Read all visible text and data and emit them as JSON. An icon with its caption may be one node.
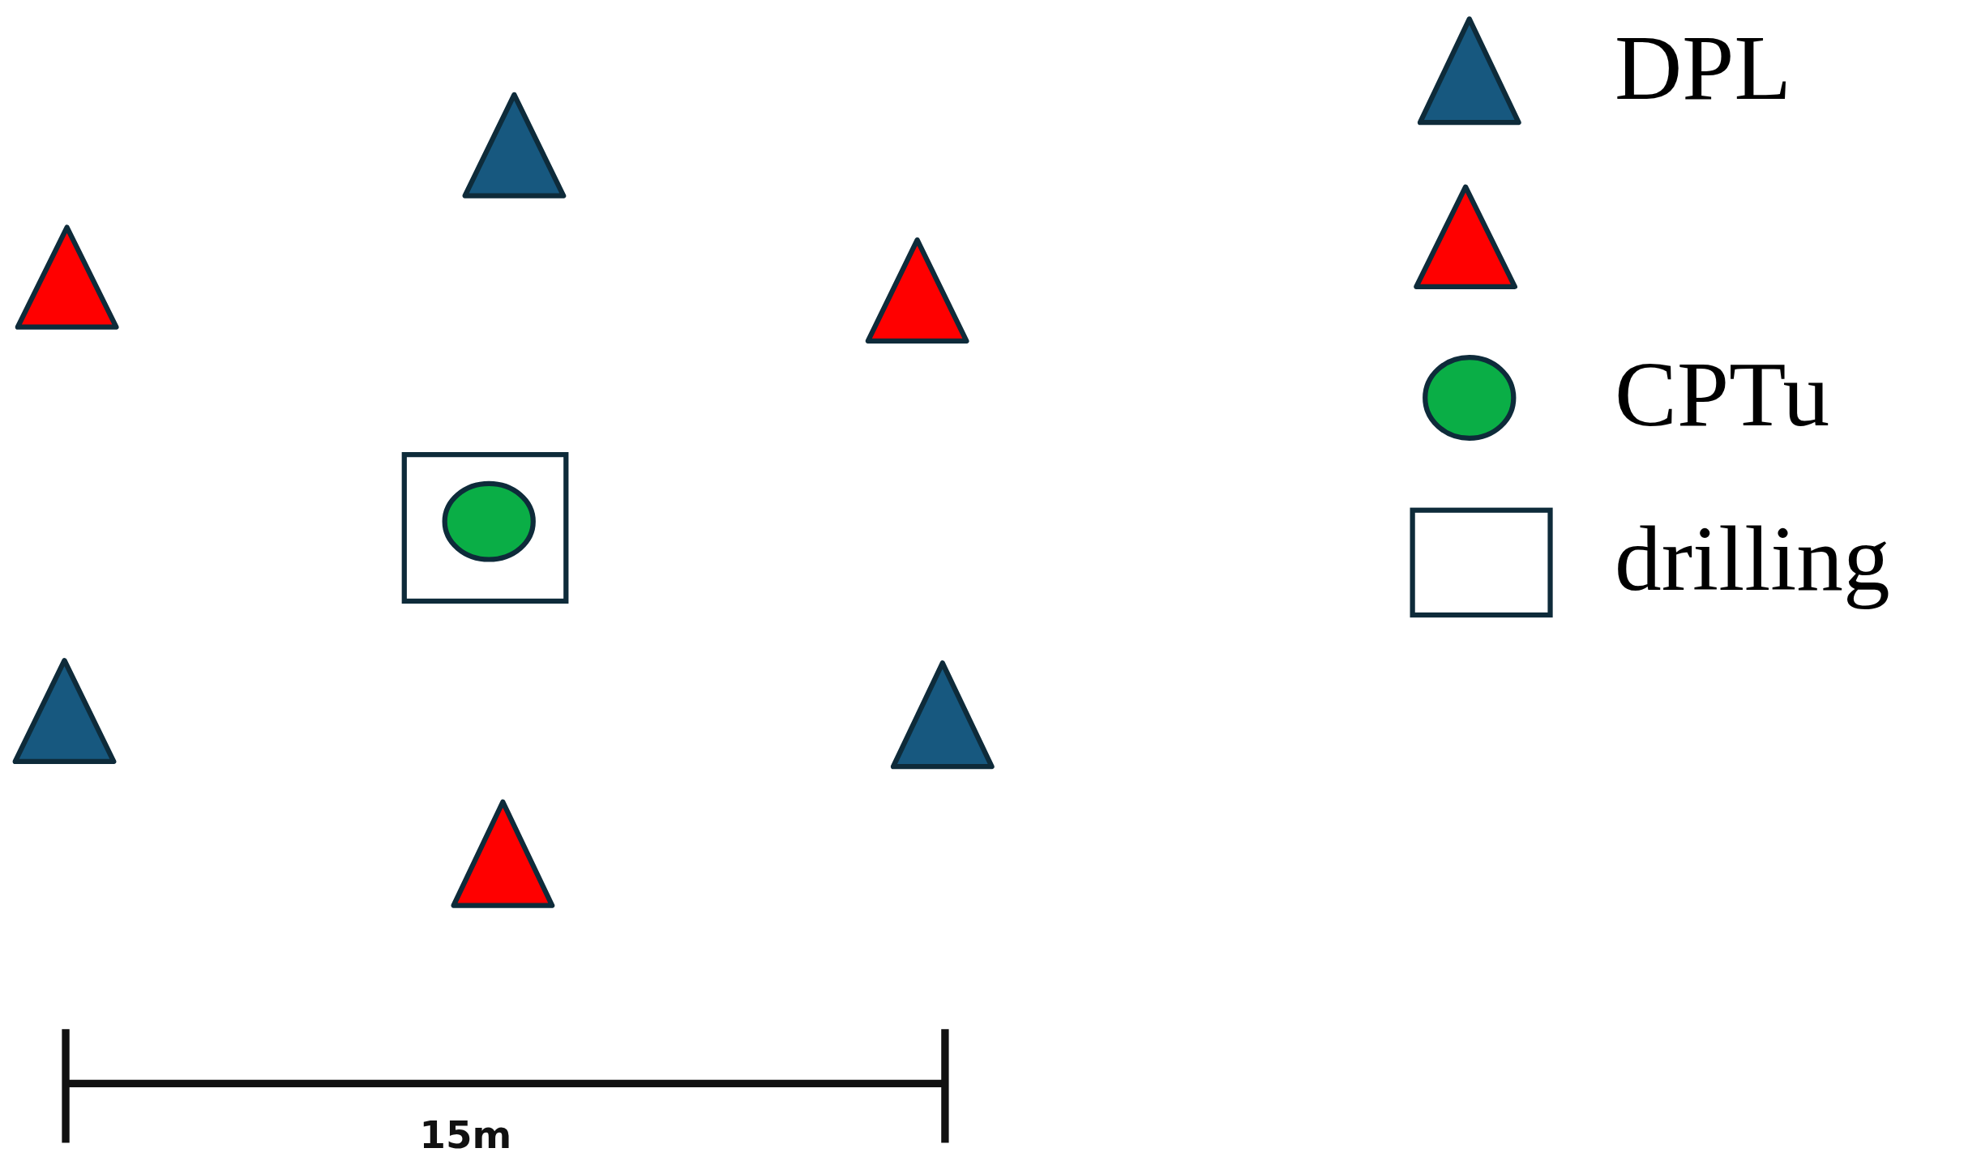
{
  "diagram": {
    "labels": [
      "15m"
    ],
    "legend": [
      {
        "text": "DPL"
      },
      {
        "text": "CPTu"
      },
      {
        "text": "drilling"
      }
    ]
  }
}
